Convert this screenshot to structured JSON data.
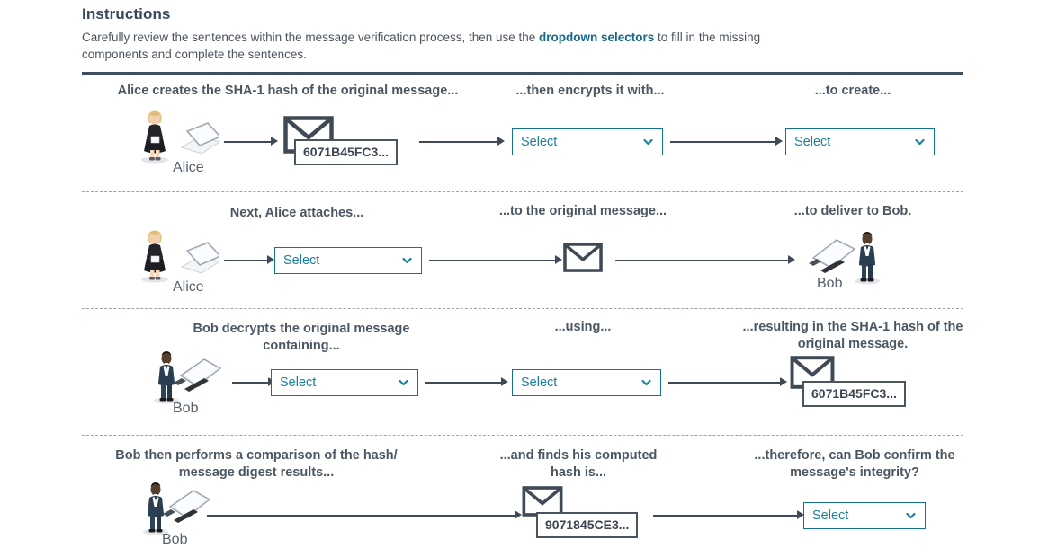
{
  "header": {
    "title": "Instructions",
    "body_before": "Carefully review the sentences within the message verification process, then use the ",
    "body_link": "dropdown selectors",
    "body_after": " to fill in the missing components and complete the sentences."
  },
  "colors": {
    "accent_teal": "#12728f",
    "select_text": "#1b7f9e",
    "link": "#14688a",
    "text": "#4a5763",
    "rule": "#3e4e5e",
    "arrow": "#3f4a56"
  },
  "select_label": "Select",
  "people": {
    "alice": "Alice",
    "bob": "Bob"
  },
  "hashes": {
    "original": "6071B45FC3...",
    "computed": "9071845CE3..."
  },
  "rows": [
    {
      "id": "row-1",
      "captions": [
        "Alice creates the SHA-1 hash of the original message...",
        "...then encrypts it with...",
        "...to create..."
      ],
      "selects": [
        "Select",
        "Select"
      ]
    },
    {
      "id": "row-2",
      "captions": [
        "Next, Alice attaches...",
        "...to the original message...",
        "...to deliver to Bob."
      ],
      "selects": [
        "Select"
      ]
    },
    {
      "id": "row-3",
      "captions": [
        "Bob decrypts the original message containing...",
        "...using...",
        "...resulting in the SHA-1 hash of the original message."
      ],
      "selects": [
        "Select",
        "Select"
      ]
    },
    {
      "id": "row-4",
      "captions": [
        "Bob then performs a comparison of the hash/ message digest results...",
        "...and finds his computed hash is...",
        "...therefore, can Bob confirm the message's integrity?"
      ],
      "selects": [
        "Select"
      ]
    }
  ]
}
